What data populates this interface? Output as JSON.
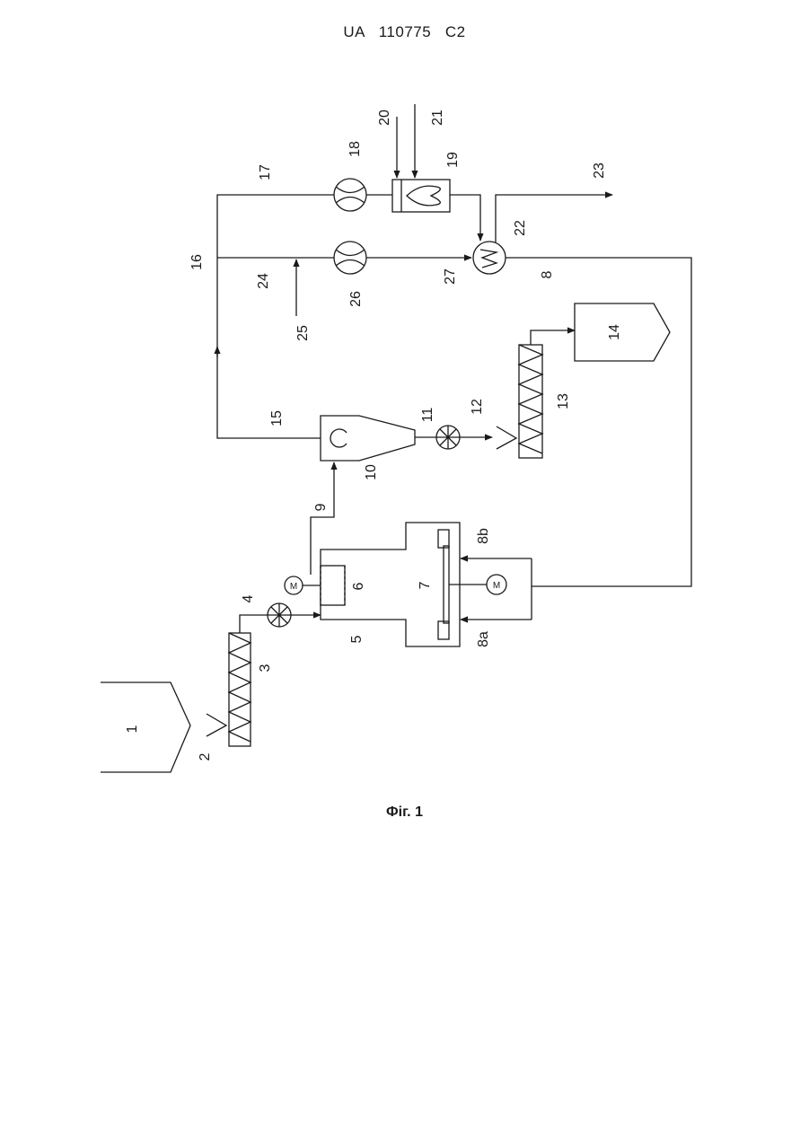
{
  "header": {
    "doc_id": "UA   110775   C2"
  },
  "figure": {
    "caption": "Фіг. 1",
    "motor_label": "M",
    "labels": {
      "l1": "1",
      "l2": "2",
      "l3": "3",
      "l4": "4",
      "l5": "5",
      "l6": "6",
      "l7": "7",
      "l8": "8",
      "l8a": "8a",
      "l8b": "8b",
      "l9": "9",
      "l10": "10",
      "l11": "11",
      "l12": "12",
      "l13": "13",
      "l14": "14",
      "l15": "15",
      "l16": "16",
      "l17": "17",
      "l18": "18",
      "l19": "19",
      "l20": "20",
      "l21": "21",
      "l22": "22",
      "l23": "23",
      "l24": "24",
      "l25": "25",
      "l26": "26",
      "l27": "27"
    }
  }
}
